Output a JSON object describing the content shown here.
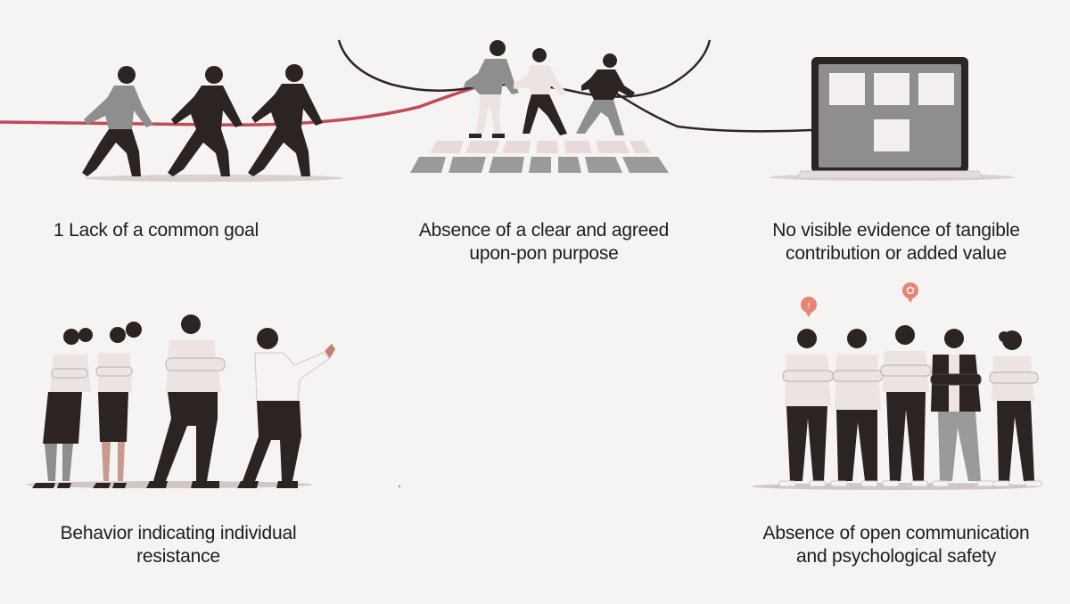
{
  "panels": [
    {
      "id": "lack-common-goal",
      "caption_lines": [
        "1  Lack of a common goal"
      ],
      "icon": "tug-of-war-team-icon"
    },
    {
      "id": "absence-clear-purpose",
      "caption_lines": [
        "Absence of a clear and agreed",
        "upon-pon purpose"
      ],
      "icon": "divided-group-icon"
    },
    {
      "id": "no-visible-contribution",
      "caption_lines": [
        "No visible evidence of tangible",
        "contribution or added value"
      ],
      "icon": "laptop-screen-icon"
    },
    {
      "id": "individual-resistance",
      "caption_lines": [
        "Behavior indicating individual",
        "resistance"
      ],
      "icon": "crossed-arms-group-icon"
    },
    {
      "id": "open-communication",
      "caption_lines": [
        "Absence of open communication",
        "and psychological safety"
      ],
      "icon": "silent-team-icon"
    }
  ],
  "colors": {
    "background": "#f6f3f3",
    "dark": "#2b2423",
    "grey": "#8e8e8e",
    "light": "#ece4e3",
    "accent": "#c04a58",
    "rope_dark": "#2e2625"
  }
}
